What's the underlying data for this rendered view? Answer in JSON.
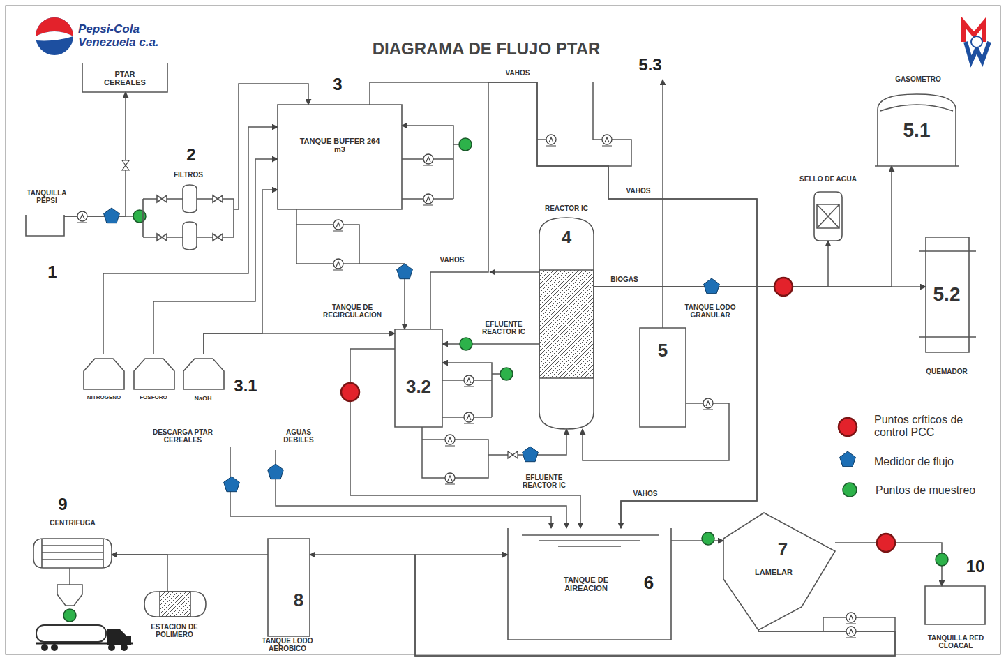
{
  "diagram": {
    "title": "DIAGRAMA DE FLUJO PTAR",
    "nodes": [
      {
        "text": [
          "PTAR CEREALES"
        ]
      },
      {
        "text": [
          "TANQUILLA PEPSI"
        ]
      },
      {
        "text": [
          "FILTROS"
        ]
      },
      {
        "text": [
          "TANQUE BUFFER 264 m3"
        ]
      },
      {
        "text": [
          "GASOMETRO",
          "5.1"
        ]
      },
      {
        "text": [
          "SELLO DE AGUA"
        ]
      },
      {
        "text": [
          "REACTOR IC",
          "4"
        ]
      },
      {
        "text": [
          "TANQUE DE RECIRCULACION",
          "3.2"
        ]
      },
      {
        "text": [
          "TANQUE LODO GRANULAR",
          "5"
        ]
      },
      {
        "text": [
          "5.2",
          "QUEMADOR"
        ]
      },
      {
        "text": [
          "NITROGENO"
        ]
      },
      {
        "text": [
          "FOSFORO"
        ]
      },
      {
        "text": [
          "NaOH"
        ]
      },
      {
        "text": [
          "CENTRIFUGA"
        ]
      },
      {
        "text": [
          "TANQUE DE AIREACION"
        ]
      },
      {
        "text": [
          "7",
          "LAMELAR"
        ]
      },
      {
        "text": [
          "8",
          "TANQUE LODO AEROBICO"
        ]
      },
      {
        "text": [
          "ESTACION DE POLIMERO"
        ]
      },
      {
        "text": [
          "TANQUILLA RED CLOACAL"
        ]
      }
    ],
    "edges": [
      {
        "from": 1,
        "to": 2,
        "arrow": "none"
      },
      {
        "from": 1,
        "to": 0,
        "arrow": "to"
      },
      {
        "from": 2,
        "to": 3,
        "arrow": "to"
      },
      {
        "from": 10,
        "to": 3,
        "arrow": "to"
      },
      {
        "from": 11,
        "to": 3,
        "arrow": "to"
      },
      {
        "from": 12,
        "to": 3,
        "arrow": "to"
      },
      {
        "from": 12,
        "to": 7,
        "arrow": "to"
      },
      {
        "from": 3,
        "to": 7,
        "arrow": "to"
      },
      {
        "from": 7,
        "to": 6,
        "arrow": "to"
      },
      {
        "from": 6,
        "to": 7,
        "arrow": "to",
        "label": "EFLUENTE REACTOR IC"
      },
      {
        "from": 7,
        "to": 14,
        "arrow": "to",
        "label": "EFLUENTE REACTOR IC"
      },
      {
        "from": 6,
        "to": 9,
        "arrow": "to",
        "label": "BIOGAS"
      },
      {
        "from": 6,
        "to": 5,
        "arrow": "to"
      },
      {
        "from": 6,
        "to": 4,
        "arrow": "to"
      },
      {
        "from": 3,
        "to": 14,
        "arrow": "to",
        "label": "VAHOS"
      },
      {
        "from": 7,
        "to": 14,
        "arrow": "to",
        "label": "VAHOS"
      },
      {
        "from": 8,
        "to": 6,
        "arrow": "to"
      },
      {
        "from": 14,
        "to": 15,
        "arrow": "to"
      },
      {
        "from": 15,
        "to": 18,
        "arrow": "to"
      },
      {
        "from": 15,
        "to": 14,
        "arrow": "to"
      },
      {
        "from": 15,
        "to": 16,
        "arrow": "to"
      },
      {
        "from": 16,
        "to": 13,
        "arrow": "to"
      },
      {
        "from": 17,
        "to": 13,
        "arrow": "to"
      }
    ],
    "labels": [
      "Pepsi-Cola Venezuela c.a.",
      "1",
      "2",
      "3",
      "5.3",
      "VAHOS",
      "3.1",
      "DESCARGA PTAR CEREALES",
      "AGUAS DEBILES",
      "VAHOS",
      "6",
      "9",
      "10"
    ],
    "legend": [
      {
        "text": "Puntos críticos de control PCC",
        "color": "#e3222b"
      },
      {
        "text": "Medidor de flujo",
        "color": "#1d6fb5"
      },
      {
        "text": "Puntos de muestreo",
        "color": "#2db24a"
      }
    ]
  }
}
